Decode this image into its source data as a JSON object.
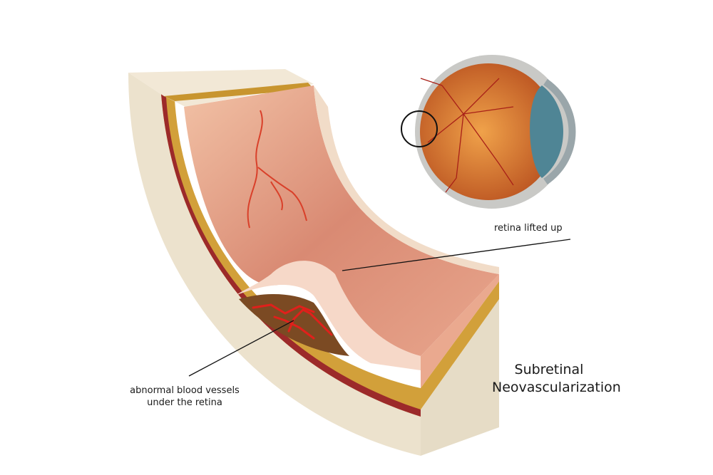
{
  "labels": {
    "retina_lifted": "retina lifted up",
    "vessels_line1": "abnormal blood vessels",
    "vessels_line2": "under the retina"
  },
  "title": {
    "line1": "Subretinal",
    "line2": "Neovascularization"
  },
  "colors": {
    "sclera": "#efe4cf",
    "choroid": "#d4a53a",
    "retina": "#e9a98f",
    "vessel": "#e0201b",
    "cornea": "#4f8595"
  }
}
